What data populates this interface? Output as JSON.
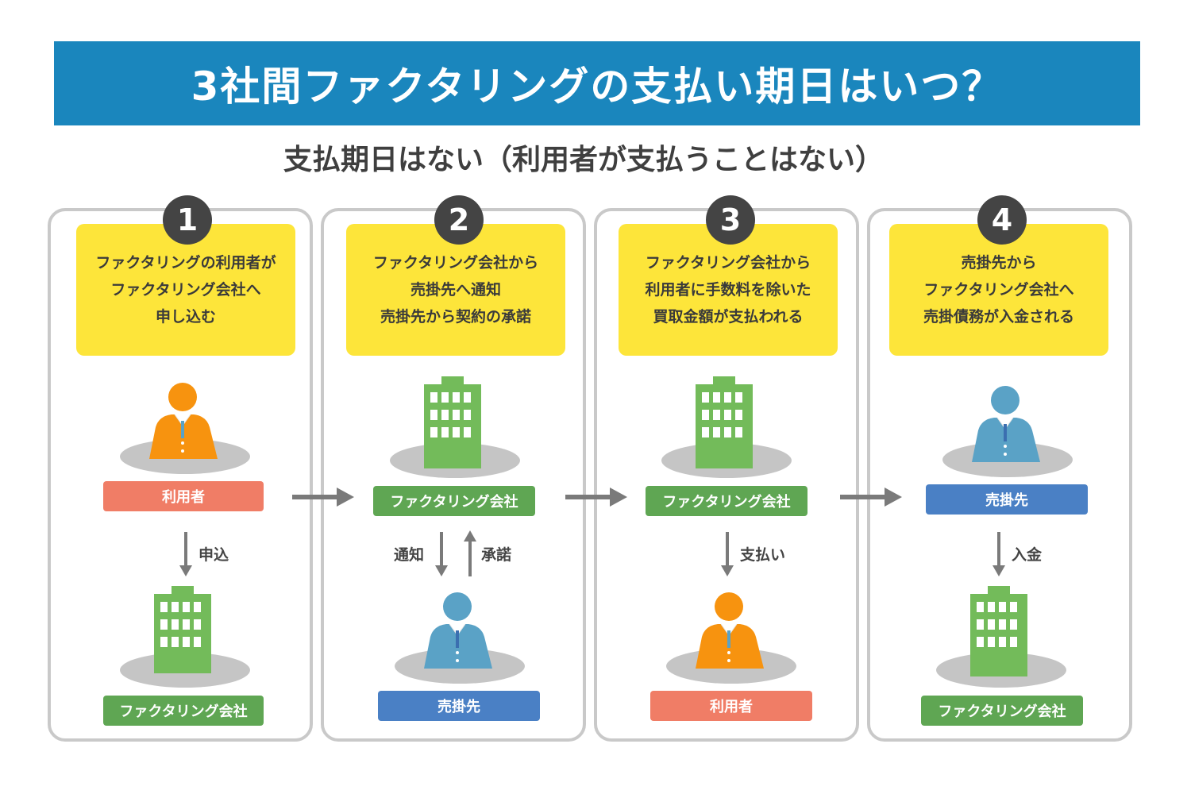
{
  "title": "3社間ファクタリングの支払い期日はいつ？",
  "subtitle": "支払期日はない（利用者が支払うことはない）",
  "steps": [
    {
      "number": "1",
      "text": "ファクタリングの利用者が\nファクタリング会社へ\n申し込む",
      "top_icon": "person-orange-icon",
      "top_label": "利用者",
      "action": "申込",
      "bottom_icon": "building-icon",
      "bottom_label": "ファクタリング会社"
    },
    {
      "number": "2",
      "text": "ファクタリング会社から\n売掛先へ通知\n売掛先から契約の承諾",
      "top_icon": "building-icon",
      "top_label": "ファクタリング会社",
      "action_down": "通知",
      "action_up": "承諾",
      "bottom_icon": "person-blue-icon",
      "bottom_label": "売掛先"
    },
    {
      "number": "3",
      "text": "ファクタリング会社から\n利用者に手数料を除いた\n買取金額が支払われる",
      "top_icon": "building-icon",
      "top_label": "ファクタリング会社",
      "action": "支払い",
      "bottom_icon": "person-orange-icon",
      "bottom_label": "利用者"
    },
    {
      "number": "4",
      "text": "売掛先から\nファクタリング会社へ\n売掛債務が入金される",
      "top_icon": "person-blue-icon",
      "top_label": "売掛先",
      "action": "入金",
      "bottom_icon": "building-icon",
      "bottom_label": "ファクタリング会社"
    }
  ],
  "colors": {
    "title_bg": "#1a86bd",
    "note_bg": "#fde53a",
    "user_label": "#f07d66",
    "company_label": "#5fa653",
    "buyer_label": "#4a80c5",
    "person_orange": "#f7930f",
    "person_blue": "#5aa2c6",
    "building": "#73bb5a",
    "arrow": "#7a7a7a"
  }
}
